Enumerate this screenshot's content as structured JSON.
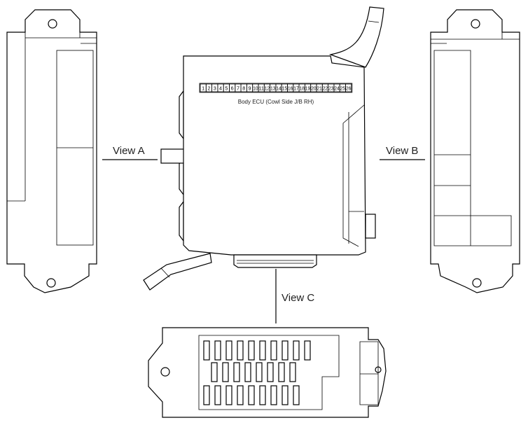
{
  "diagram": {
    "ecu_label": "Body ECU (Cowl Side J/B RH)",
    "views": {
      "a": "View A",
      "b": "View B",
      "c": "View C"
    },
    "connector_pins": [
      "1",
      "2",
      "3",
      "4",
      "5",
      "6",
      "7",
      "8",
      "9",
      "10",
      "11",
      "12",
      "13",
      "14",
      "15",
      "16",
      "17",
      "18",
      "19",
      "20",
      "21",
      "22",
      "23",
      "24",
      "25",
      "26"
    ]
  }
}
